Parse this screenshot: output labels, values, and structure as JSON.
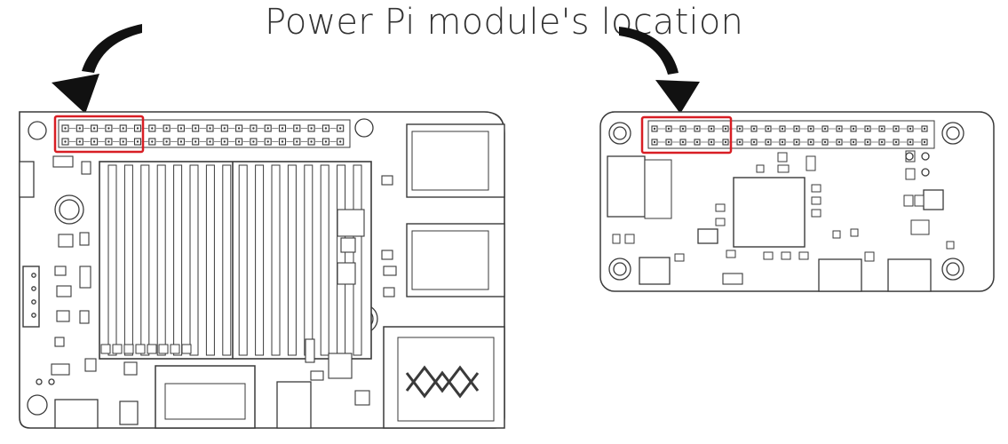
{
  "title": "Power Pi module's location",
  "colors": {
    "line": "#3a3a3a",
    "fill": "#ffffff",
    "highlight": "#d81e24",
    "arrow": "#111111",
    "text": "#333333"
  },
  "boards": [
    {
      "name": "large single-board computer",
      "header_rows": 2,
      "header_pins_per_row": 20,
      "highlighted_pins_per_row": 6
    },
    {
      "name": "small single-board computer",
      "header_rows": 2,
      "header_pins_per_row": 20,
      "highlighted_pins_per_row": 6
    }
  ],
  "icons": {
    "arrow_left": "curved-arrow-icon",
    "arrow_right": "curved-arrow-icon"
  }
}
